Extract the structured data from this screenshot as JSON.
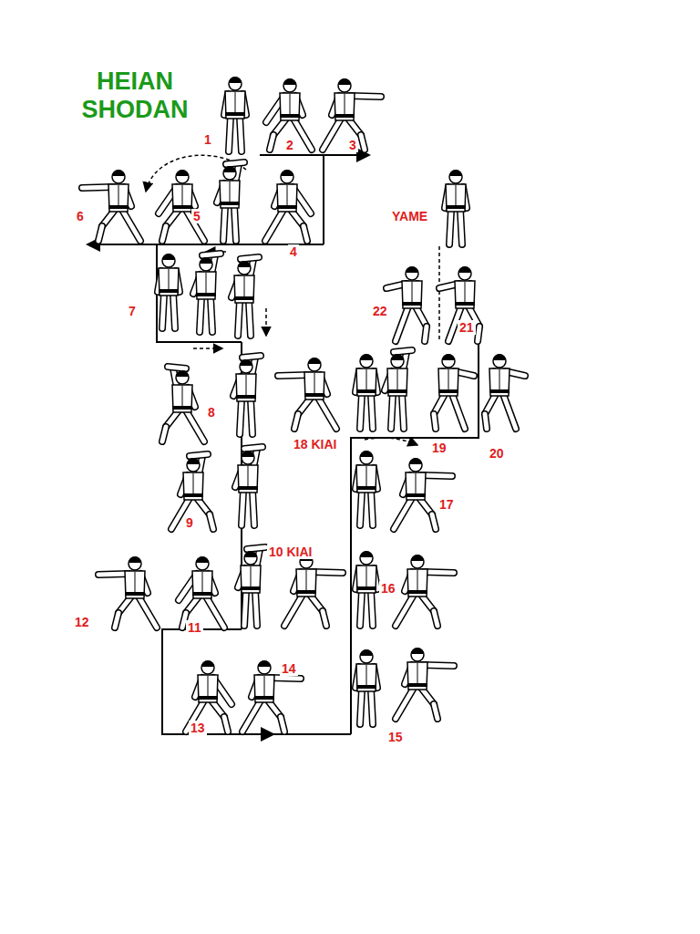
{
  "diagram": {
    "title": "HEIAN SHODAN",
    "labels": [
      "1",
      "2",
      "3",
      "YAME",
      "6",
      "5",
      "4",
      "7",
      "22",
      "21",
      "8",
      "18 KIAI",
      "19",
      "20",
      "9",
      "17",
      "10 KIAI",
      "16",
      "12",
      "11",
      "14",
      "13",
      "15"
    ]
  }
}
